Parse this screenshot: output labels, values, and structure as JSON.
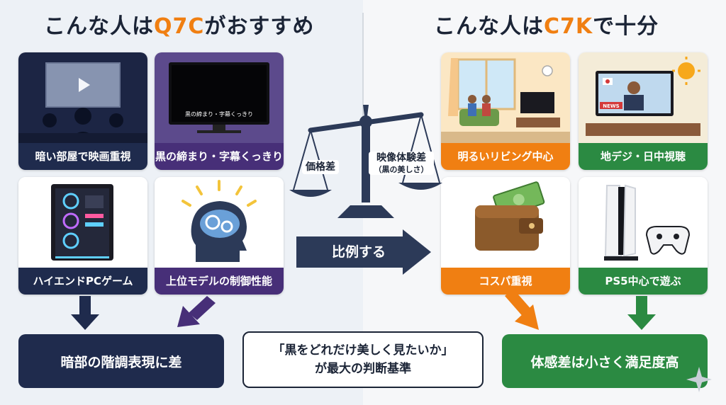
{
  "left": {
    "heading_prefix": "こんな人は",
    "heading_accent": "Q7C",
    "heading_suffix": "がおすすめ",
    "accent_color": "#f07f12",
    "cards": [
      {
        "label": "暗い部屋で映画重視",
        "label_bg": "#1f2b4d"
      },
      {
        "label": "黒の締まり・字幕くっきり",
        "label_bg": "#472f78"
      },
      {
        "label": "ハイエンドPCゲーム",
        "label_bg": "#1f2b4d"
      },
      {
        "label": "上位モデルの制御性能",
        "label_bg": "#472f78"
      }
    ],
    "tv_screen_caption": "黒の締まり・字幕くっきり",
    "conclusion": "暗部の階調表現に差",
    "conclusion_bg": "#1f2b4d"
  },
  "right": {
    "heading_prefix": "こんな人は",
    "heading_accent": "C7K",
    "heading_suffix": "で十分",
    "accent_color": "#f07f12",
    "cards": [
      {
        "label": "明るいリビング中心",
        "label_bg": "#f07f12"
      },
      {
        "label": "地デジ・日中視聴",
        "label_bg": "#2b8a42"
      },
      {
        "label": "コスパ重視",
        "label_bg": "#f07f12"
      },
      {
        "label": "PS5中心で遊ぶ",
        "label_bg": "#2b8a42"
      }
    ],
    "news_badge": "NEWS",
    "conclusion": "体感差は小さく満足度高",
    "conclusion_bg": "#2b8a42"
  },
  "center": {
    "scale_left_label": "価格差",
    "scale_right_label": "映像体験差",
    "scale_right_sub": "（黒の美しさ）",
    "arrow_label": "比例する",
    "arrow_color": "#2c3a58",
    "criterion_line1": "「黒をどれだけ美しく見たいか」",
    "criterion_line2": "が最大の判断基準"
  },
  "icons": [
    "play-icon",
    "tv-icon",
    "pc-tower-icon",
    "brain-gear-icon",
    "living-room-icon",
    "tv-news-icon",
    "wallet-icon",
    "game-console-icon",
    "balance-scale-icon",
    "sparkle-icon"
  ]
}
